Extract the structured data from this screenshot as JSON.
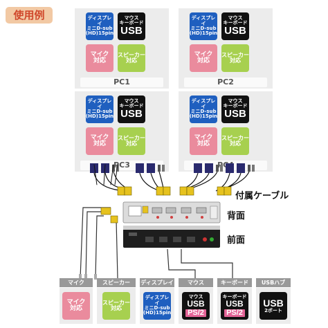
{
  "header": {
    "title": "使用例"
  },
  "pcs": [
    {
      "label": "PC1"
    },
    {
      "label": "PC2"
    },
    {
      "label": "PC3"
    },
    {
      "label": "PC4"
    }
  ],
  "pc_tiles": {
    "display": [
      "ディスプレイ",
      "ミニD-sub",
      "(HD)15pin"
    ],
    "usb": [
      "マウス",
      "キーボード",
      "USB"
    ],
    "mic": [
      "マイク",
      "対応"
    ],
    "speaker": [
      "スピーカー",
      "対応"
    ]
  },
  "labels": {
    "cable": "付属ケーブル",
    "back": "背面",
    "front": "前面"
  },
  "bottom": {
    "heads": [
      "マイク",
      "スピーカー",
      "ディスプレイ",
      "マウス",
      "キーボード",
      "USBハブ"
    ],
    "mic": [
      "マイク",
      "対応"
    ],
    "speaker": [
      "スピーカー",
      "対応"
    ],
    "display": [
      "ディスプレイ",
      "ミニD-sub",
      "(HD)15pin"
    ],
    "mouse": [
      "マウス",
      "USB",
      "PS/2"
    ],
    "keyboard": [
      "キーボード",
      "USB",
      "PS/2"
    ],
    "hub": [
      "USB",
      "2ポート"
    ]
  },
  "colors": {
    "display": "#1f5fbf",
    "usb": "#111111",
    "mic": "#ea8b9d",
    "speaker": "#a7d04f",
    "ps2": "#e46497",
    "panel": "#ececec"
  }
}
